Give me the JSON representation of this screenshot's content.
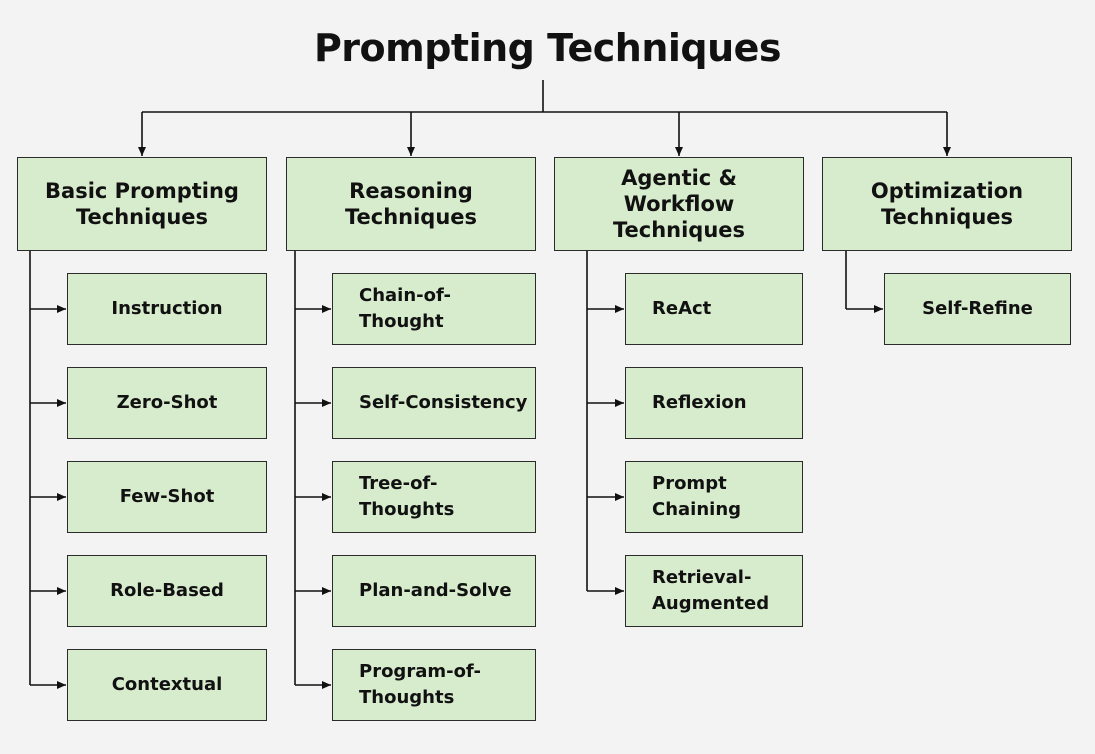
{
  "title": "Prompting Techniques",
  "categories": [
    {
      "label": "Basic Prompting Techniques",
      "items": [
        "Instruction",
        "Zero-Shot",
        "Few-Shot",
        "Role-Based",
        "Contextual"
      ]
    },
    {
      "label": "Reasoning Techniques",
      "items": [
        "Chain-of-Thought",
        "Self-Consistency",
        "Tree-of-Thoughts",
        "Plan-and-Solve",
        "Program-of-Thoughts"
      ]
    },
    {
      "label": "Agentic & Workflow Techniques",
      "items": [
        "ReAct",
        "Reflexion",
        "Prompt Chaining",
        "Retrieval-Augmented"
      ]
    },
    {
      "label": "Optimization Techniques",
      "items": [
        "Self-Refine"
      ]
    }
  ],
  "colors": {
    "background": "#f3f3f3",
    "box_fill": "#d7ebcd",
    "box_border": "#2b2b2b",
    "text": "#111111"
  }
}
